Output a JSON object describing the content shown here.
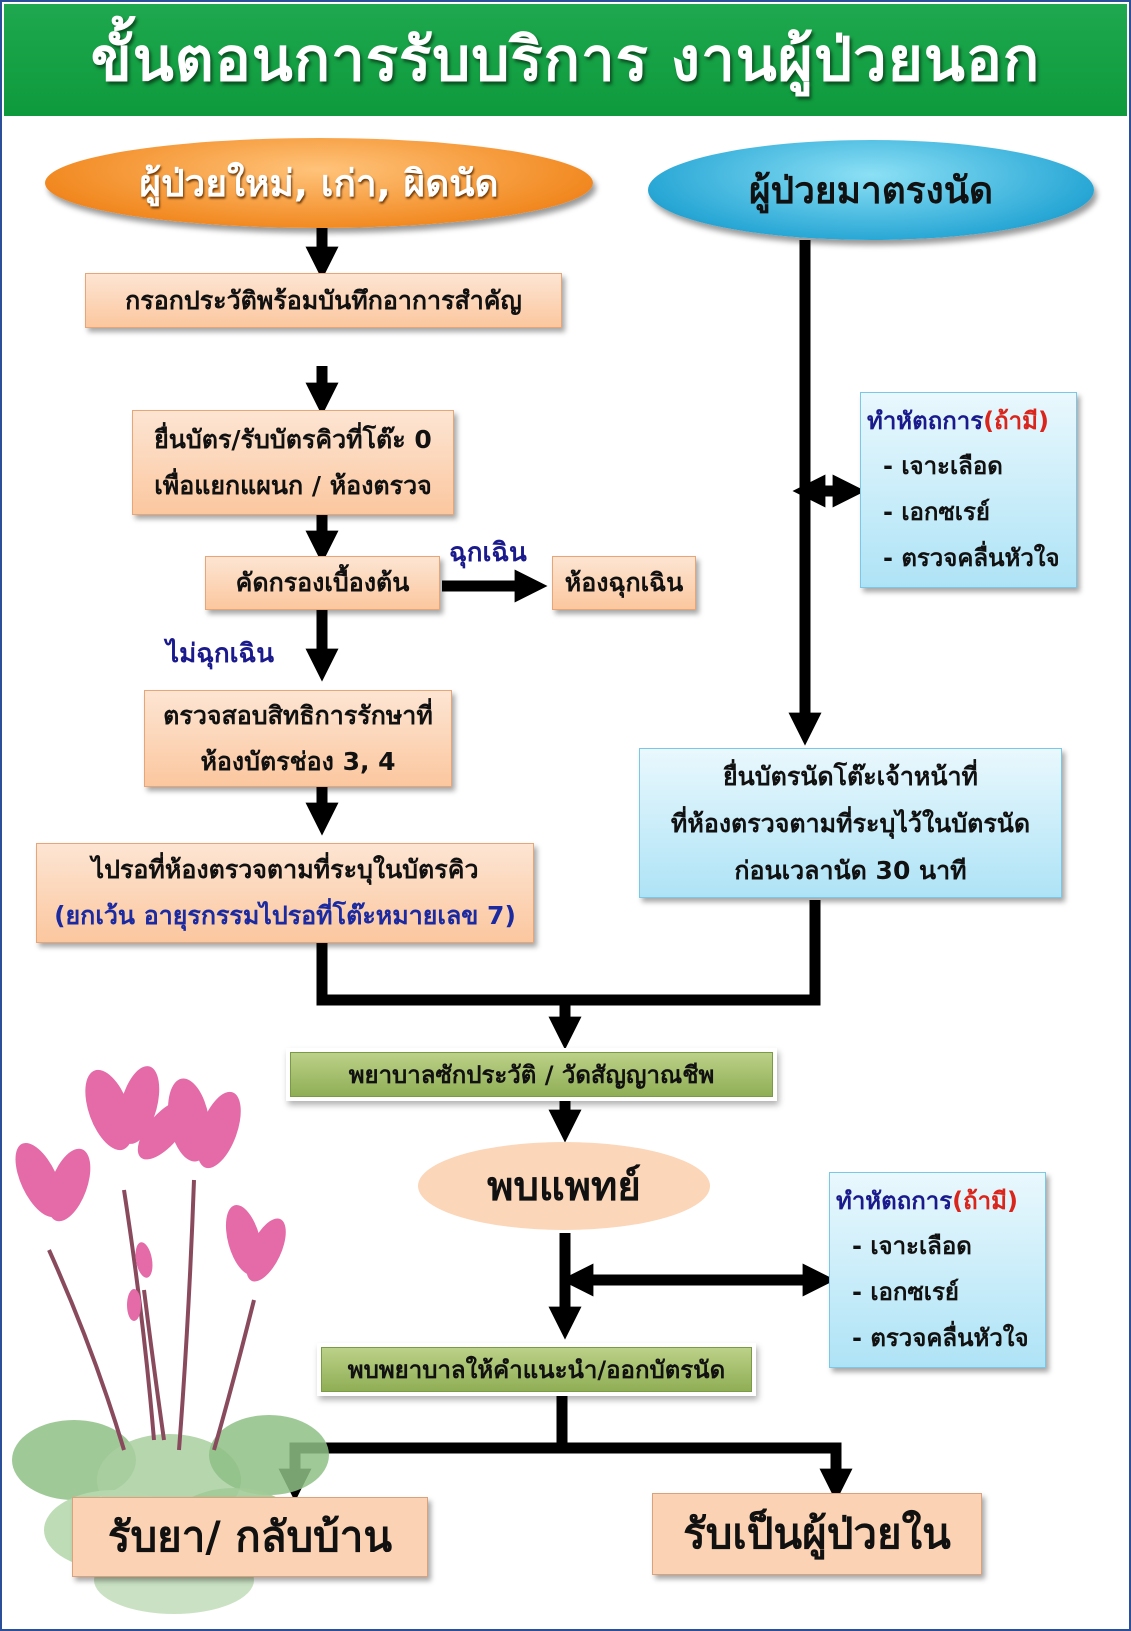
{
  "title": "ขั้นตอนการรับบริการ งานผู้ป่วยนอก",
  "colors": {
    "header_green": "#0d9a3c",
    "orange": "#f28a22",
    "blue": "#2aa8d6",
    "peach": "#fbc79f",
    "light_blue": "#aee3f6",
    "green_box": "#8fae55",
    "label_blue": "#1b1a8c",
    "red": "#d9251c"
  },
  "nodes": {
    "start_new": "ผู้ป่วยใหม่, เก่า, ผิดนัด",
    "start_appt": "ผู้ป่วยมาตรงนัด",
    "fill_history": "กรอกประวัติพร้อมบันทึกอาการสำคัญ",
    "queue_card": [
      "ยื่นบัตร/รับบัตรคิวที่โต๊ะ 0",
      "เพื่อแยกแผนก / ห้องตรวจ"
    ],
    "screening": "คัดกรองเบื้องต้น",
    "emergency_room": "ห้องฉุกเฉิน",
    "check_rights": [
      "ตรวจสอบสิทธิการรักษาที่",
      "ห้องบัตรช่อง 3, 4"
    ],
    "wait_room": "ไปรอที่ห้องตรวจตามที่ระบุในบัตรคิว",
    "wait_room_note": "(ยกเว้น อายุรกรรมไปรอที่โต๊ะหมายเลข 7)",
    "submit_appt": [
      "ยื่นบัตรนัดโต๊ะเจ้าหน้าที่",
      "ที่ห้องตรวจตามที่ระบุไว้ในบัตรนัด",
      "ก่อนเวลานัด 30 นาที"
    ],
    "nurse_history": "พยาบาลซักประวัติ / วัดสัญญาณชีพ",
    "see_doctor": "พบแพทย์",
    "nurse_advice": "พบพยาบาลให้คำแนะนำ/ออกบัตรนัด",
    "go_home": "รับยา/ กลับบ้าน",
    "admit": "รับเป็นผู้ป่วยใน"
  },
  "labels": {
    "emergency": "ฉุกเฉิน",
    "non_emergency": "ไม่ฉุกเฉิน"
  },
  "procedures": {
    "heading": "ทำหัตถการ",
    "if_any": "(ถ้ามี)",
    "items": [
      "- เจาะเลือด",
      "- เอกซเรย์",
      "- ตรวจคลื่นหัวใจ"
    ]
  }
}
